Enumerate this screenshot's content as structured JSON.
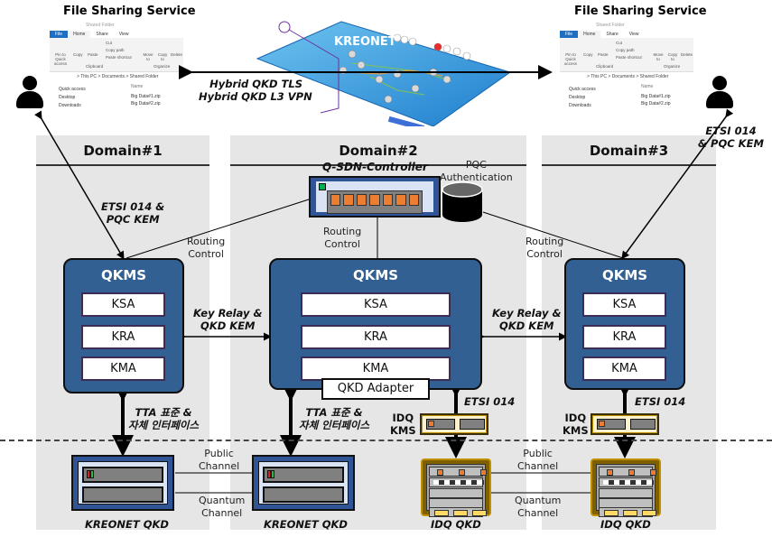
{
  "top": {
    "left_service_title": "File Sharing Service",
    "right_service_title": "File Sharing Service",
    "network_name": "KREONET",
    "link_label_line1": "Hybrid QKD TLS",
    "link_label_line2": "Hybrid QKD L3 VPN"
  },
  "explorer": {
    "window_title": "Shared Folder",
    "tabs": [
      "File",
      "Home",
      "Share",
      "View"
    ],
    "ribbon": {
      "pin": "Pin to Quick access",
      "copy": "Copy",
      "paste": "Paste",
      "cut": "Cut",
      "copy_path": "Copy path",
      "paste_shortcut": "Paste shortcut",
      "move_to": "Move to",
      "copy_to": "Copy to",
      "delete": "Delete",
      "group_clipboard": "Clipboard",
      "group_organize": "Organize"
    },
    "address": "> This PC > Documents > Shared Folder",
    "nav": [
      "Quick access",
      "Desktop",
      "Downloads"
    ],
    "column_name": "Name",
    "files": [
      "Big Data#1.zip",
      "Big Data#2.zip"
    ]
  },
  "domains": [
    {
      "title": "Domain#1"
    },
    {
      "title": "Domain#2"
    },
    {
      "title": "Domain#3"
    }
  ],
  "labels": {
    "etsi_pqc_left_1": "ETSI 014 &",
    "etsi_pqc_left_2": "PQC KEM",
    "etsi_pqc_right_1": "ETSI 014",
    "etsi_pqc_right_2": "& PQC KEM",
    "sdn_controller": "Q-SDN-Controller",
    "pqc_auth_1": "PQC",
    "pqc_auth_2": "Authentication",
    "routing_1": "Routing",
    "routing_2": "Control",
    "key_relay_1": "Key Relay &",
    "key_relay_2": "QKD KEM",
    "tta_1": "TTA 표준 &",
    "tta_2": "자체 인터페이스",
    "etsi_014": "ETSI 014",
    "idq_kms_1": "IDQ",
    "idq_kms_2": "KMS",
    "public_1": "Public",
    "public_2": "Channel",
    "quantum_1": "Quantum",
    "quantum_2": "Channel"
  },
  "qkms": {
    "title": "QKMS",
    "modules": [
      "KSA",
      "KRA",
      "KMA"
    ],
    "adapter": "QKD Adapter"
  },
  "devices": {
    "kreonet_qkd": "KREONET QKD",
    "idq_qkd": "IDQ QKD"
  },
  "colors": {
    "qkms_fill": "#336092",
    "domain_bg": "#e6e6e6",
    "port_orange": "#ed7d31",
    "idq_gold": "#bf9000"
  }
}
